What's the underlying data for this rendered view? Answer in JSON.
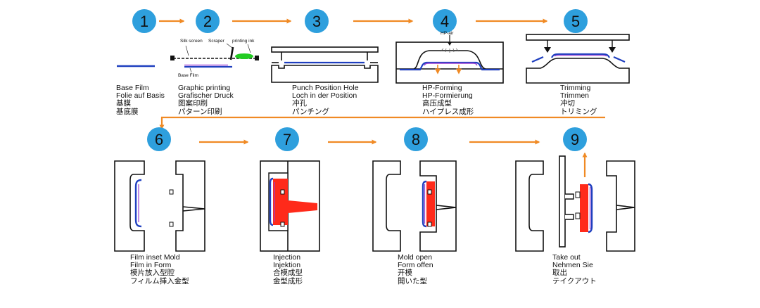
{
  "colors": {
    "badge": "#2e9fdd",
    "arrow": "#f08a24",
    "film": "#1f3fbf",
    "graphic": "#9b3fd1",
    "injection": "#ff2a1a",
    "ink": "#22cc22"
  },
  "steps": [
    {
      "number": "1",
      "lines": [
        "Base Film",
        "Folie auf Basis",
        "基膜",
        "基底膜"
      ]
    },
    {
      "number": "2",
      "lines": [
        "Graphic printing",
        "Grafischer Druck",
        "图案印刷",
        "パターン印刷"
      ]
    },
    {
      "number": "3",
      "lines": [
        "Punch Position Hole",
        "Loch in der Position",
        "冲孔",
        "パンチング"
      ]
    },
    {
      "number": "4",
      "lines": [
        "HP-Forming",
        "HP-Formierung",
        "高压成型",
        "ハイプレス成形"
      ]
    },
    {
      "number": "5",
      "lines": [
        "Trimming",
        "Trimmen",
        "冲切",
        "トリミング"
      ]
    },
    {
      "number": "6",
      "lines": [
        "Film inset Mold",
        "Film in Form",
        "模片放入型腔",
        "フィルム挿入金型"
      ]
    },
    {
      "number": "7",
      "lines": [
        "Injection",
        "Injektion",
        "合模成型",
        "金型成形"
      ]
    },
    {
      "number": "8",
      "lines": [
        "Mold open",
        "Form offen",
        "开模",
        "開いた型"
      ]
    },
    {
      "number": "9",
      "lines": [
        "Take out",
        "Nehmen Sie",
        "取出",
        "テイクアウト"
      ]
    }
  ],
  "labels": {
    "silk_screen": "Silk screen",
    "scraper": "Scraper",
    "printing_ink": "printing ink",
    "base_film": "Base Film",
    "hp_air": "HP-air"
  },
  "icons": {
    "flow_arrow": "arrow-right-icon",
    "take_out_arrow": "arrow-up-icon"
  }
}
